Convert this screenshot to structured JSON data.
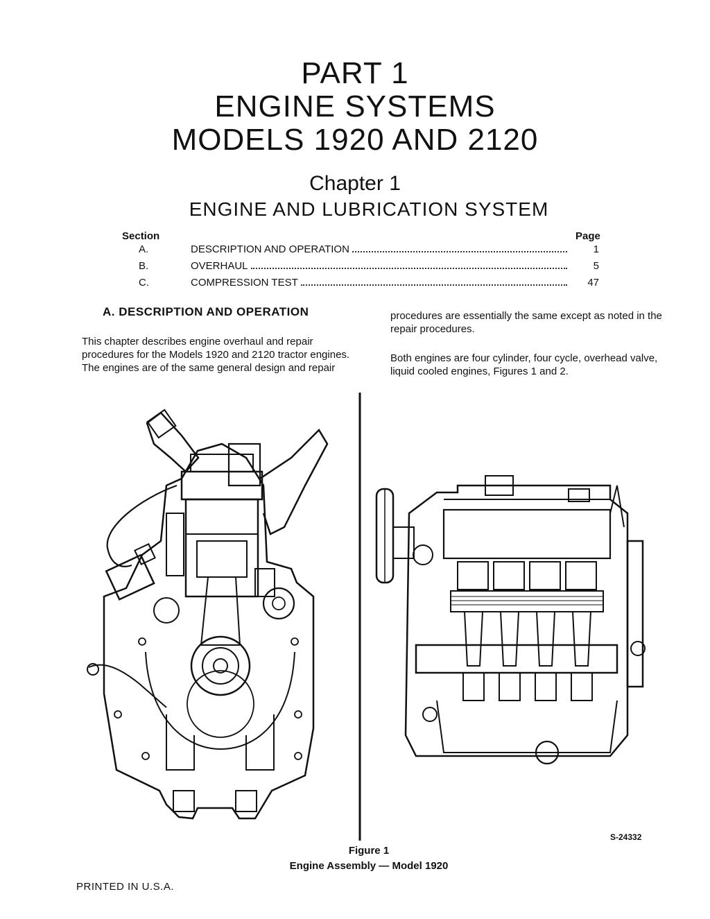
{
  "header": {
    "part": "PART 1",
    "system": "ENGINE SYSTEMS",
    "models": "MODELS 1920 AND 2120"
  },
  "chapter": {
    "number": "Chapter 1",
    "title": "ENGINE AND LUBRICATION SYSTEM"
  },
  "toc": {
    "section_label": "Section",
    "page_label": "Page",
    "items": [
      {
        "letter": "A.",
        "title": "DESCRIPTION AND OPERATION",
        "page": "1"
      },
      {
        "letter": "B.",
        "title": "OVERHAUL",
        "page": "5"
      },
      {
        "letter": "C.",
        "title": "COMPRESSION TEST",
        "page": "47"
      }
    ]
  },
  "section_a": {
    "heading": "A.  DESCRIPTION AND OPERATION",
    "para_left": "This chapter describes engine overhaul and repair procedures for the Models 1920 and 2120 tractor engines. The engines are of the same general design and repair",
    "para_right_1": "procedures are essentially the same except as noted in the repair procedures.",
    "para_right_2": "Both engines are four cylinder, four cycle, overhead valve, liquid cooled engines, Figures 1 and 2."
  },
  "figure": {
    "code": "S-24332",
    "caption_1": "Figure 1",
    "caption_2": "Engine Assembly — Model 1920"
  },
  "footer": {
    "printed": "PRINTED IN U.S.A."
  }
}
